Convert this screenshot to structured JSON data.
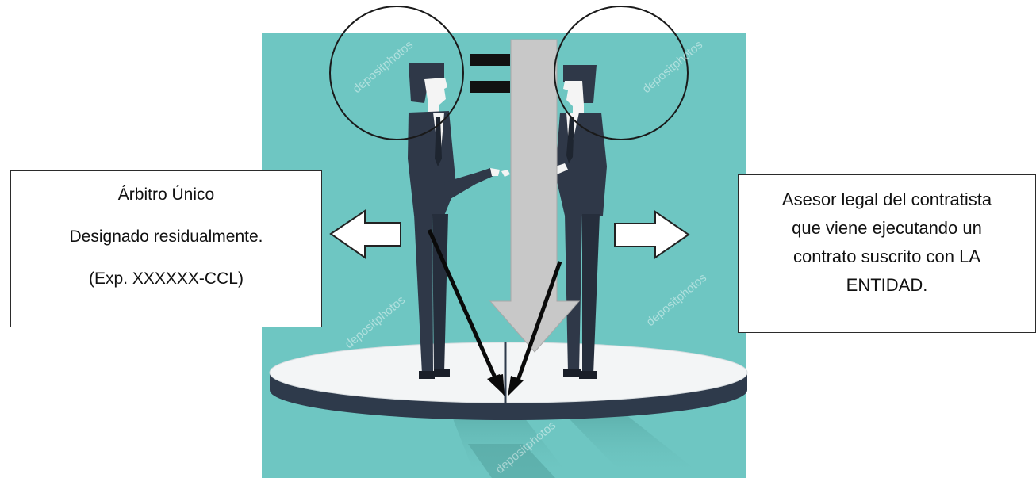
{
  "left_box": {
    "line1": "Árbitro Único",
    "line2": "Designado residualmente.",
    "line3": "(Exp. XXXXXX-CCL)"
  },
  "right_box": {
    "line1": "Asesor legal del contratista",
    "line2": "que viene ejecutando un",
    "line3": "contrato suscrito con LA",
    "line4": "ENTIDAD."
  },
  "watermark": "depositphotos",
  "colors": {
    "teal_background": "#6ec6c2",
    "platform_top": "#f3f5f6",
    "platform_rim": "#2e3a4b",
    "suit": "#2f3848",
    "big_arrow": "#c8c8c8",
    "equals_sign": "#111111"
  }
}
